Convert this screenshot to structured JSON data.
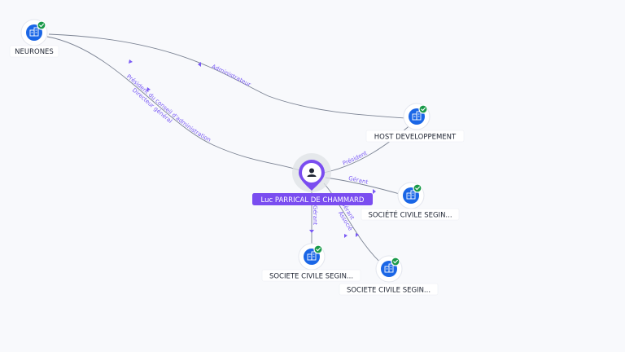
{
  "colors": {
    "edge": "#7c8494",
    "relation_text": "#7a5af5",
    "company_icon": "#1a66e6",
    "verified_badge": "#1a9a4a",
    "person_accent": "#7a4df0",
    "background": "#f8f9fc"
  },
  "person": {
    "name": "Luc PARRICAL DE CHAMMARD",
    "icon": "person-icon"
  },
  "companies": [
    {
      "id": "neurones",
      "name": "NEURONES",
      "icon": "building-icon",
      "verified": true
    },
    {
      "id": "host",
      "name": "HOST DEVELOPPEMENT",
      "icon": "building-icon",
      "verified": true
    },
    {
      "id": "scs1",
      "name": "SOCIÉTÉ CIVILE SEGIN...",
      "icon": "building-icon",
      "verified": true
    },
    {
      "id": "scs2",
      "name": "SOCIETE CIVILE SEGIN...",
      "icon": "building-icon",
      "verified": true
    },
    {
      "id": "scs3",
      "name": "SOCIETE CIVILE SEGIN...",
      "icon": "building-icon",
      "verified": true
    }
  ],
  "relations": [
    {
      "from": "host",
      "to": "neurones",
      "label": "Administrateur"
    },
    {
      "from": "person",
      "to": "neurones",
      "label": "Président du conseil d'administration"
    },
    {
      "from": "person",
      "to": "neurones",
      "label": "Directeur général"
    },
    {
      "from": "person",
      "to": "host",
      "label": "Président"
    },
    {
      "from": "person",
      "to": "scs1",
      "label": "Gérant"
    },
    {
      "from": "person",
      "to": "scs2",
      "label": "Gérant"
    },
    {
      "from": "person",
      "to": "scs3",
      "label": "Gérant"
    },
    {
      "from": "person",
      "to": "scs3",
      "label": "Associé"
    }
  ]
}
